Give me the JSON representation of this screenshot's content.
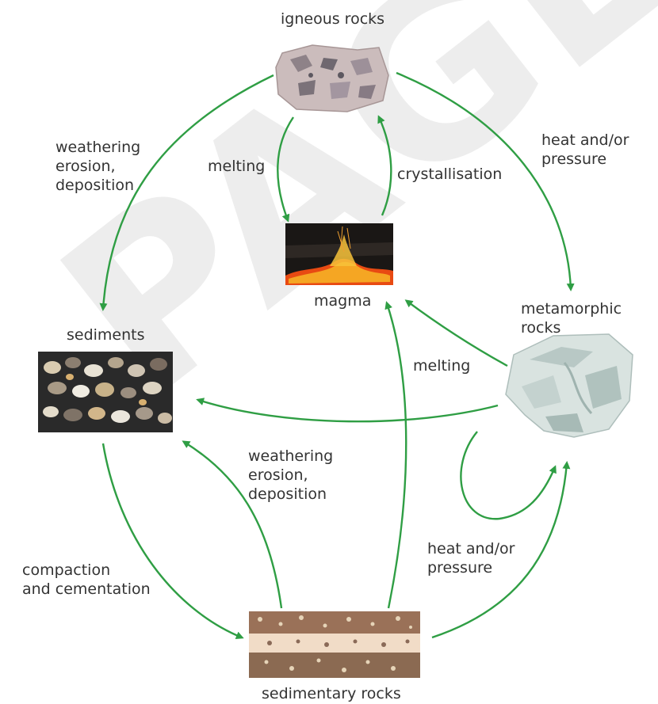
{
  "nodes": {
    "igneous": "igneous rocks",
    "magma": "magma",
    "metamorphic": "metamorphic\nrocks",
    "sediments": "sediments",
    "sedimentary": "sedimentary rocks"
  },
  "processes": {
    "weathering_top": "weathering\nerosion,\ndeposition",
    "melting_top": "melting",
    "crystallisation": "crystallisation",
    "heat_pressure_top": "heat and/or\npressure",
    "melting_right": "melting",
    "weathering_mid": "weathering\nerosion,\ndeposition",
    "compaction": "compaction\nand cementation",
    "heat_pressure_bottom": "heat and/or\npressure"
  },
  "watermark": "PAGE PR",
  "colors": {
    "arrow": "#2f9e44",
    "magma": "#f5a623",
    "igneous": "#cbbcbc",
    "metamorphic": "#c9d6d3"
  }
}
